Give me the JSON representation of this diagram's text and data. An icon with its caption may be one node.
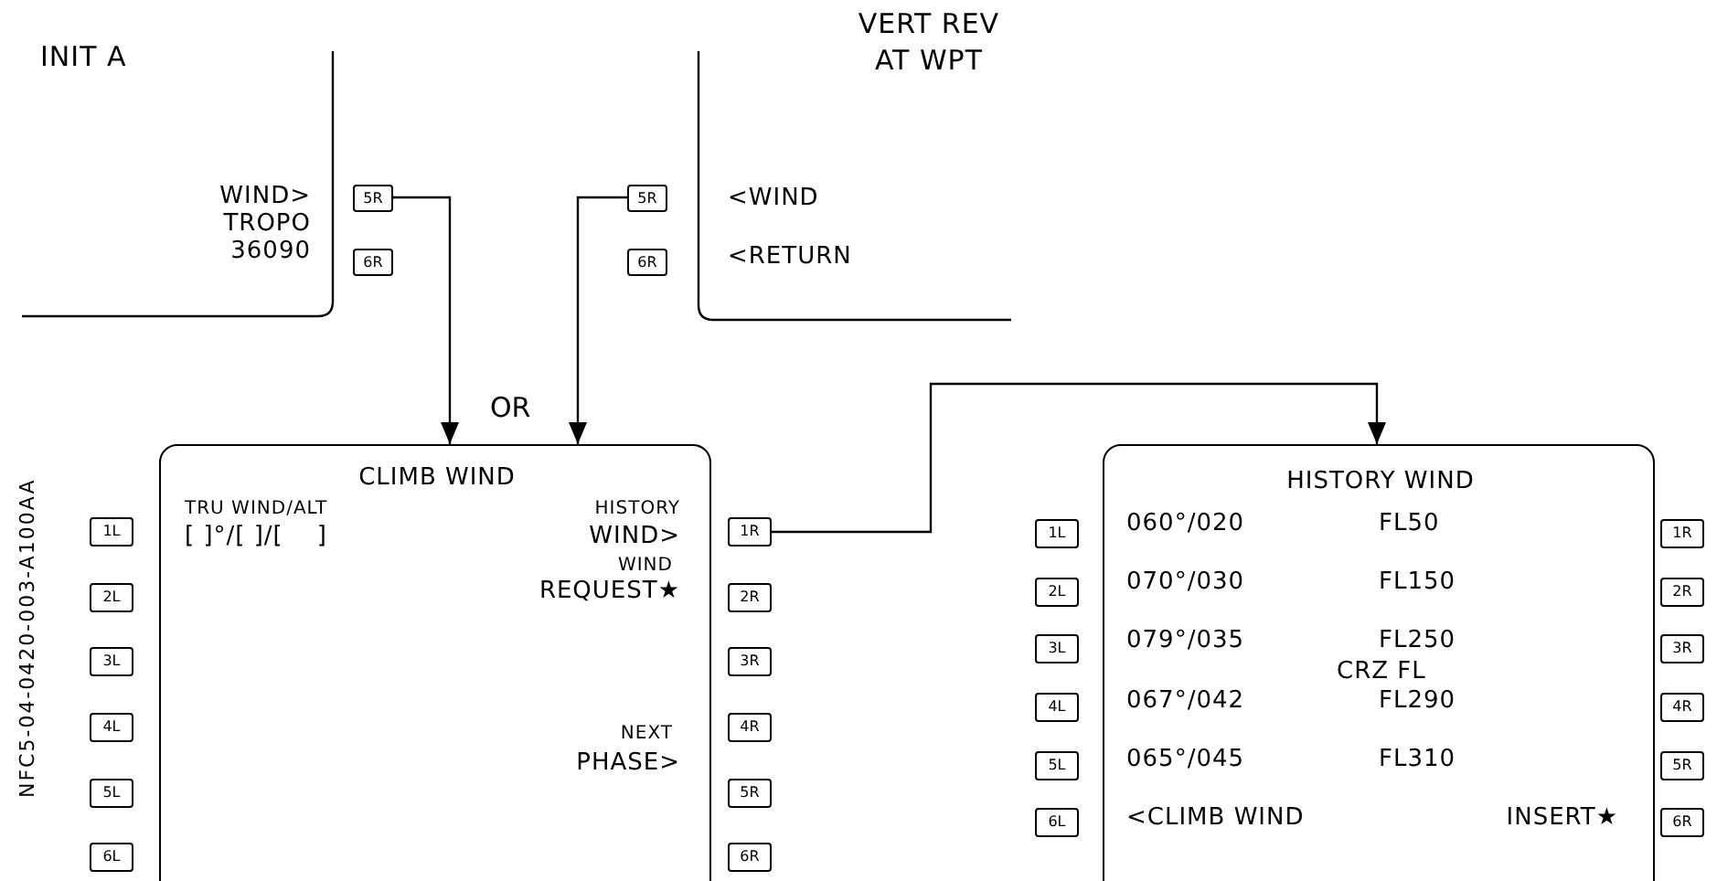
{
  "diagram": {
    "nodes": [
      {
        "text": [
          "INIT A",
          "WIND>",
          "TROPO",
          "36090"
        ]
      },
      {
        "text": [
          "5R"
        ]
      },
      {
        "text": [
          "6R"
        ]
      },
      {
        "text": [
          "VERT REV AT WPT",
          "<WIND",
          "<RETURN"
        ]
      },
      {
        "text": [
          "5R"
        ]
      },
      {
        "text": [
          "6R"
        ]
      },
      {
        "text": [
          "CLIMB WIND",
          "TRU WIND/ALT",
          "HISTORY",
          "[ ]°/[ ]/[    ]",
          "WIND>",
          "WIND",
          "REQUEST★",
          "NEXT",
          "PHASE>"
        ]
      },
      {
        "text": [
          "1L"
        ]
      },
      {
        "text": [
          "2L"
        ]
      },
      {
        "text": [
          "3L"
        ]
      },
      {
        "text": [
          "4L"
        ]
      },
      {
        "text": [
          "5L"
        ]
      },
      {
        "text": [
          "6L"
        ]
      },
      {
        "text": [
          "1R"
        ]
      },
      {
        "text": [
          "2R"
        ]
      },
      {
        "text": [
          "3R"
        ]
      },
      {
        "text": [
          "4R"
        ]
      },
      {
        "text": [
          "5R"
        ]
      },
      {
        "text": [
          "6R"
        ]
      },
      {
        "text": [
          "HISTORY WIND",
          "060°/020",
          "FL50",
          "070°/030",
          "FL150",
          "079°/035",
          "FL250",
          "CRZ FL",
          "067°/042",
          "FL290",
          "065°/045",
          "FL310",
          "<CLIMB WIND",
          "INSERT★"
        ]
      },
      {
        "text": [
          "1L"
        ]
      },
      {
        "text": [
          "2L"
        ]
      },
      {
        "text": [
          "3L"
        ]
      },
      {
        "text": [
          "4L"
        ]
      },
      {
        "text": [
          "5L"
        ]
      },
      {
        "text": [
          "6L"
        ]
      },
      {
        "text": [
          "1R"
        ]
      },
      {
        "text": [
          "2R"
        ]
      },
      {
        "text": [
          "3R"
        ]
      },
      {
        "text": [
          "4R"
        ]
      },
      {
        "text": [
          "5R"
        ]
      },
      {
        "text": [
          "6R"
        ]
      }
    ],
    "edges": [
      {
        "from": 1,
        "to": 6,
        "arrow": "to"
      },
      {
        "from": 4,
        "to": 6,
        "arrow": "to"
      },
      {
        "from": 13,
        "to": 19,
        "arrow": "to"
      }
    ],
    "labels": [
      "OR",
      "NFC5-04-0420-003-A100AA"
    ]
  }
}
